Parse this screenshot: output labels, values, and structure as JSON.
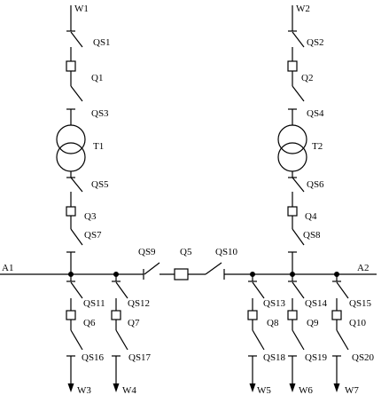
{
  "sources": {
    "left": "W1",
    "right": "W2"
  },
  "transformer_branches": {
    "left": {
      "disconnector_top": "QS1",
      "breaker_top": "Q1",
      "disconnector_mid": "QS3",
      "transformer": "T1",
      "disconnector_low": "QS5",
      "breaker_low": "Q3",
      "disconnector_bus": "QS7"
    },
    "right": {
      "disconnector_top": "QS2",
      "breaker_top": "Q2",
      "disconnector_mid": "QS4",
      "transformer": "T2",
      "disconnector_low": "QS6",
      "breaker_low": "Q4",
      "disconnector_bus": "QS8"
    }
  },
  "buses": {
    "left": "A1",
    "right": "A2"
  },
  "bus_tie": {
    "disconnector_left": "QS9",
    "breaker": "Q5",
    "disconnector_right": "QS10"
  },
  "feeders": [
    {
      "disconnector_top": "QS11",
      "breaker": "Q6",
      "disconnector_bottom": "QS16",
      "output": "W3"
    },
    {
      "disconnector_top": "QS12",
      "breaker": "Q7",
      "disconnector_bottom": "QS17",
      "output": "W4"
    },
    {
      "disconnector_top": "QS13",
      "breaker": "Q8",
      "disconnector_bottom": "QS18",
      "output": "W5"
    },
    {
      "disconnector_top": "QS14",
      "breaker": "Q9",
      "disconnector_bottom": "QS19",
      "output": "W6"
    },
    {
      "disconnector_top": "QS15",
      "breaker": "Q10",
      "disconnector_bottom": "QS20",
      "output": "W7"
    }
  ]
}
